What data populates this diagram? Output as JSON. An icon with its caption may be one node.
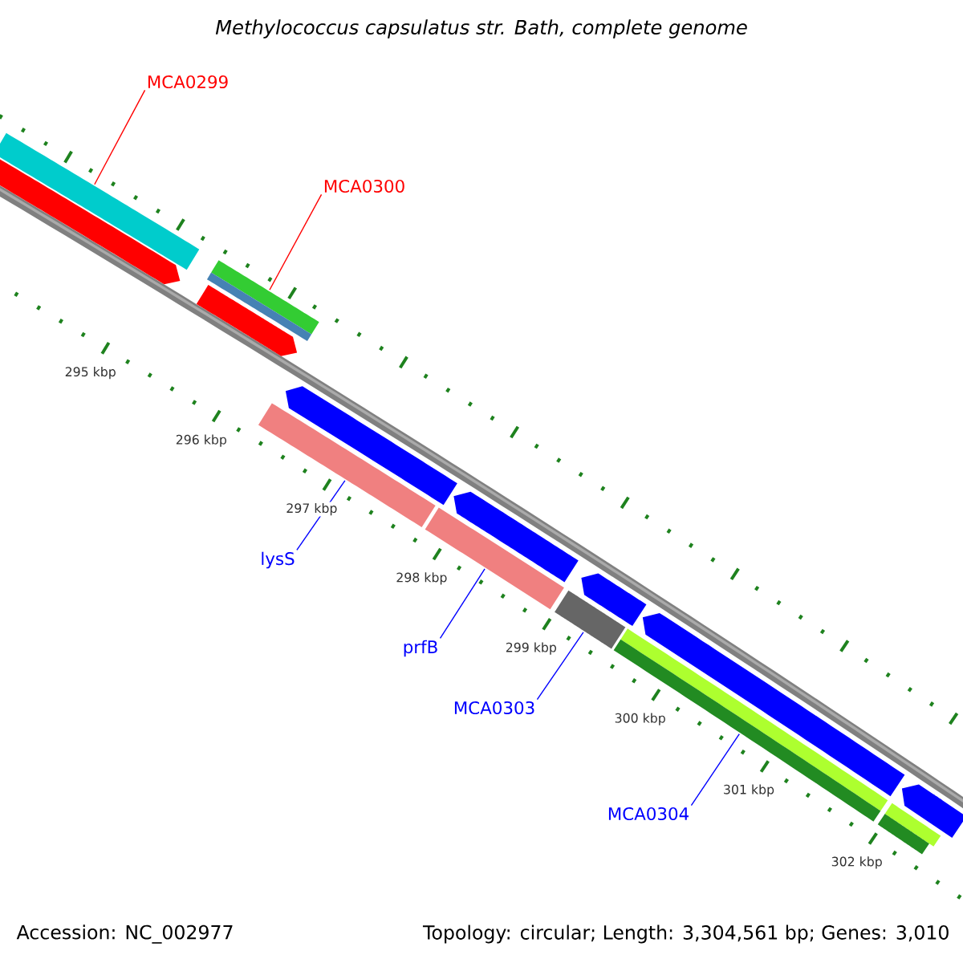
{
  "diagram": {
    "title": "Methylococcus capsulatus str. Bath, complete genome",
    "nodes": [
      {
        "text": [
          "MCA0299"
        ]
      },
      {
        "text": [
          "MCA0300"
        ]
      },
      {
        "text": [
          "lysS"
        ]
      },
      {
        "text": [
          "prfB"
        ]
      },
      {
        "text": [
          "MCA0303"
        ]
      },
      {
        "text": [
          "MCA0304"
        ]
      },
      {
        "text": [],
        "shape": "bar"
      },
      {
        "text": [],
        "shape": "bar"
      },
      {
        "text": [],
        "shape": "bar"
      },
      {
        "text": [],
        "shape": "bar"
      },
      {
        "text": [],
        "shape": "bar"
      },
      {
        "text": [],
        "shape": "bar"
      },
      {
        "text": [],
        "shape": "bar"
      },
      {
        "text": [],
        "shape": "bar"
      },
      {
        "text": [],
        "shape": "bar"
      },
      {
        "text": [],
        "shape": "bar"
      },
      {
        "text": [],
        "shape": "bar"
      },
      {
        "text": [],
        "shape": "bar"
      },
      {
        "text": [],
        "shape": "bar"
      },
      {
        "text": [],
        "shape": "bar"
      },
      {
        "text": [],
        "shape": "bar"
      },
      {
        "text": [],
        "shape": "bar"
      },
      {
        "text": [],
        "shape": "bar"
      }
    ],
    "edges": [
      {
        "from": 0,
        "to": 6,
        "arrow": "none",
        "color": "#ff0000"
      },
      {
        "from": 1,
        "to": 8,
        "arrow": "none",
        "color": "#ff0000"
      },
      {
        "from": 2,
        "to": 12,
        "arrow": "none"
      },
      {
        "from": 3,
        "to": 13,
        "arrow": "none"
      },
      {
        "from": 4,
        "to": 15,
        "arrow": "none"
      },
      {
        "from": 5,
        "to": 18,
        "arrow": "none"
      }
    ],
    "labels": [
      "295 kbp",
      "296 kbp",
      "297 kbp",
      "298 kbp",
      "299 kbp",
      "300 kbp",
      "301 kbp",
      "302 kbp",
      "Accession: NC_002977",
      "Topology: circular; Length: 3,304,561 bp; Genes: 3,010"
    ]
  }
}
